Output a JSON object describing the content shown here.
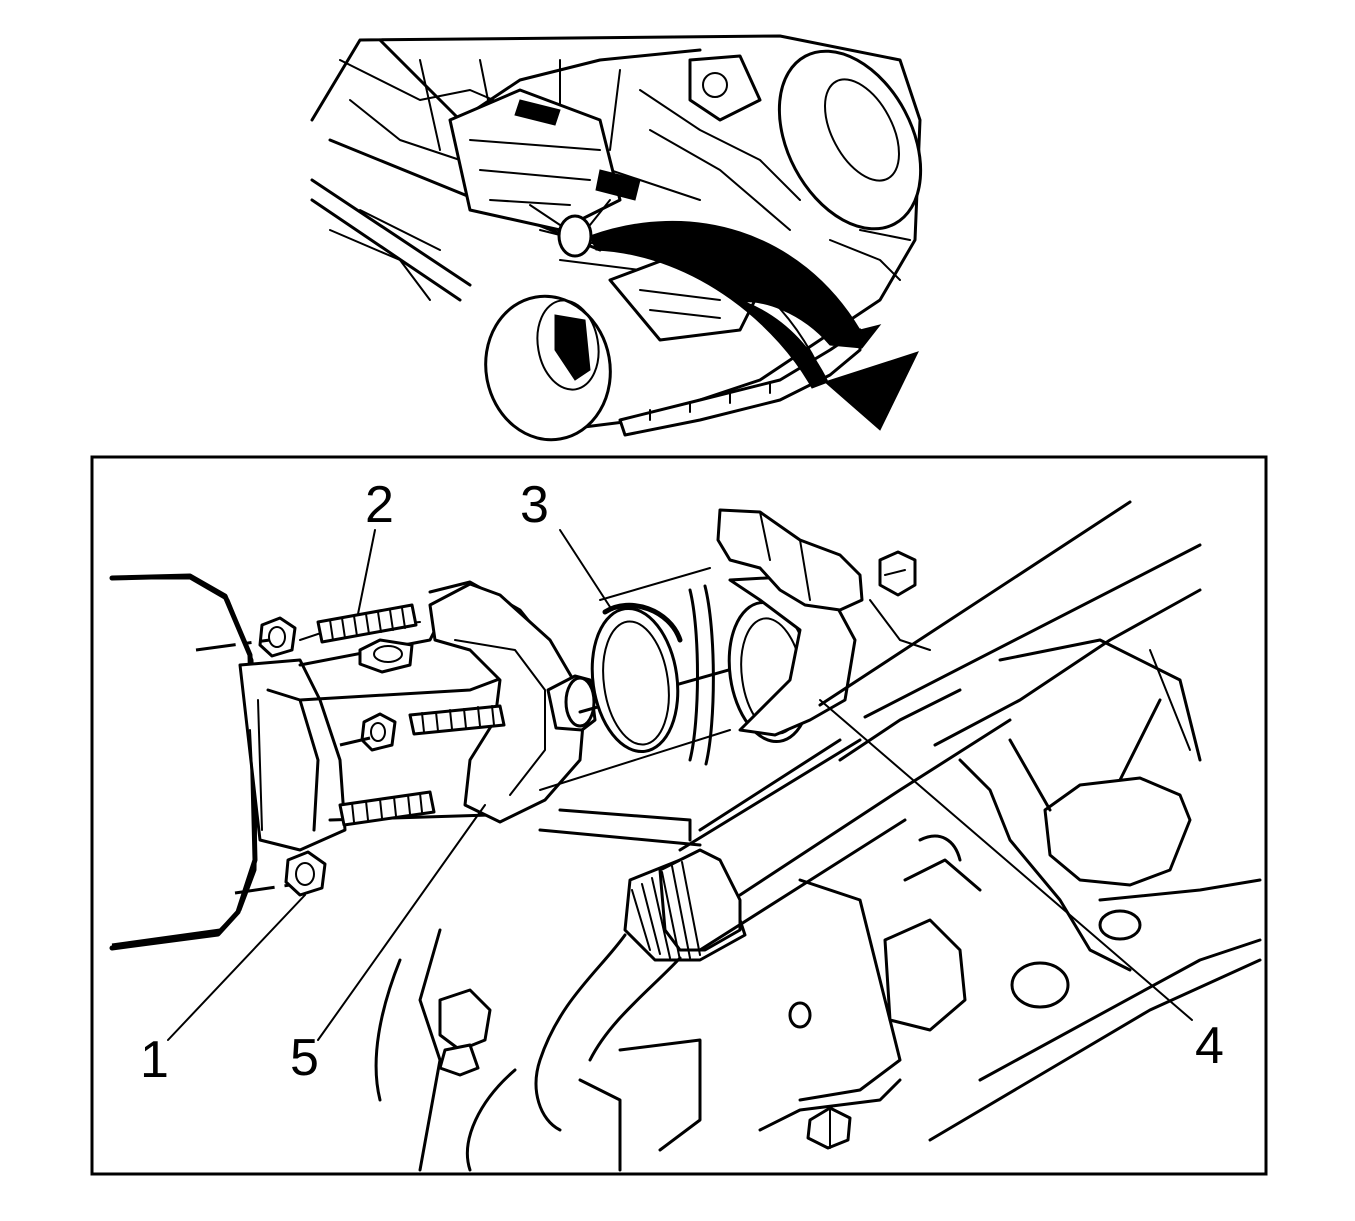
{
  "callouts": [
    {
      "id": "1",
      "text": "1",
      "part": "nut"
    },
    {
      "id": "2",
      "text": "2",
      "part": "stud"
    },
    {
      "id": "3",
      "text": "3",
      "part": "gasket"
    },
    {
      "id": "4",
      "text": "4",
      "part": "exhaust-pipe"
    },
    {
      "id": "5",
      "text": "5",
      "part": "converter-flange"
    }
  ],
  "colors": {
    "ink": "#000000",
    "paper": "#ffffff"
  },
  "icons": {
    "rotation_arrow": "curved-arrow-icon"
  }
}
